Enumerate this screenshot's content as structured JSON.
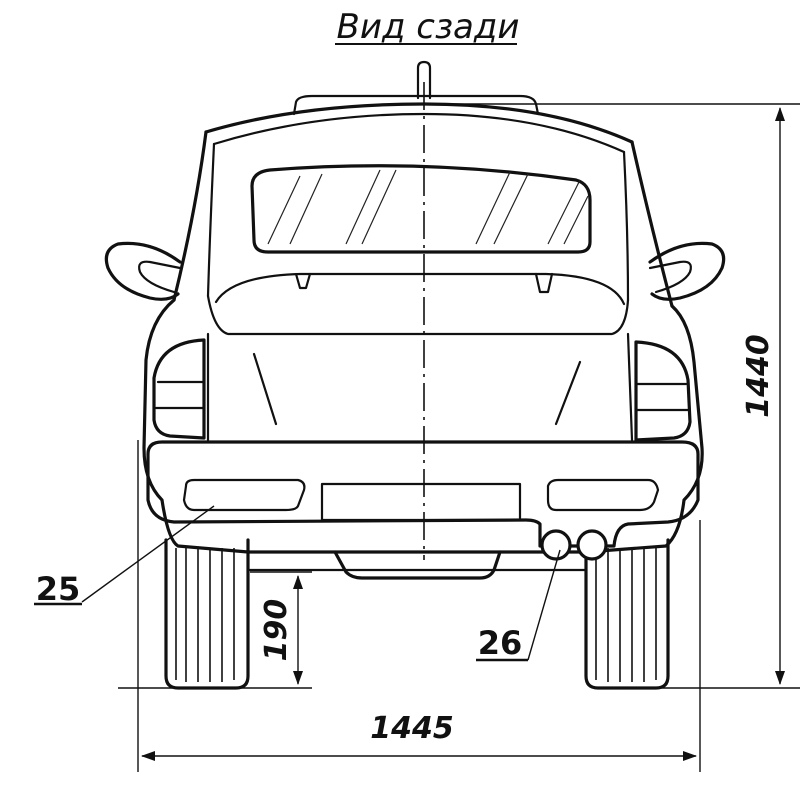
{
  "title": "Вид сзади",
  "dimensions": {
    "height": "1440",
    "width": "1445",
    "ground_clearance": "190"
  },
  "callouts": {
    "rear_fog_lamp": "25",
    "exhaust_pipes": "26"
  }
}
